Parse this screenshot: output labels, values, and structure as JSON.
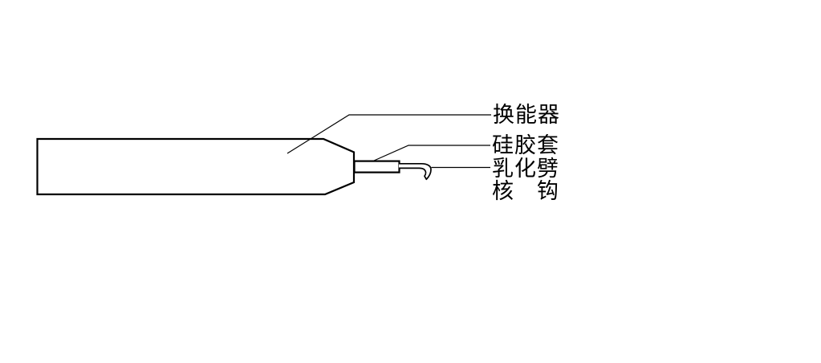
{
  "diagram": {
    "type": "technical-line-drawing",
    "subject": "ultrasonic emulsification handpiece with nucleus chopper hook",
    "colors": {
      "line": "#000000",
      "background": "#ffffff"
    },
    "labels": {
      "transducer": "换能器",
      "silicone_sleeve": "硅胶套",
      "chopper_line1": "乳化劈",
      "chopper_line2": "核　钩"
    },
    "parts": [
      {
        "name": "handpiece-body",
        "label_ref": "transducer"
      },
      {
        "name": "silicone-sleeve",
        "label_ref": "silicone_sleeve"
      },
      {
        "name": "emulsification-chopper-hook",
        "label_ref": "chopper_line1"
      }
    ]
  }
}
